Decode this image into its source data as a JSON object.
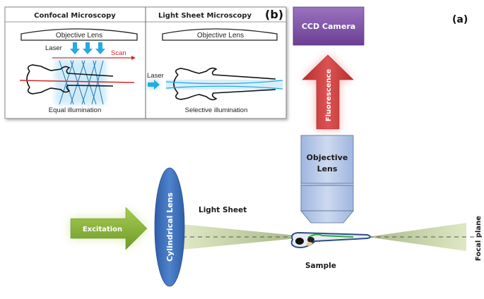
{
  "panel_b": {
    "tag": "(b)",
    "confocal": {
      "title": "Confocal Microscopy",
      "objective": "Objective Lens",
      "laser": "Laser",
      "scan": "Scan",
      "caption": "Equal illumination"
    },
    "lightsheet": {
      "title": "Light Sheet Microscopy",
      "objective": "Objective Lens",
      "laser": "Laser",
      "caption": "Selective illumination"
    }
  },
  "panel_a": {
    "tag": "(a)",
    "camera": "CCD Camera",
    "fluorescence": "Fluorescence",
    "objective_line1": "Objective",
    "objective_line2": "Lens",
    "excitation": "Excitation",
    "cyl_lens": "Cylindrical Lens",
    "light_sheet": "Light Sheet",
    "sample": "Sample",
    "focal_plane": "Focal plane"
  },
  "colors": {
    "camera": "#7b4ea3",
    "fluorescence": "#c83a3a",
    "objective": "#aec3e6",
    "excitation": "#8cb83a",
    "cyl_lens": "#3d6db5",
    "sheet": "#d6e3b5",
    "laser": "#27a9e1",
    "scan": "#d62728"
  }
}
